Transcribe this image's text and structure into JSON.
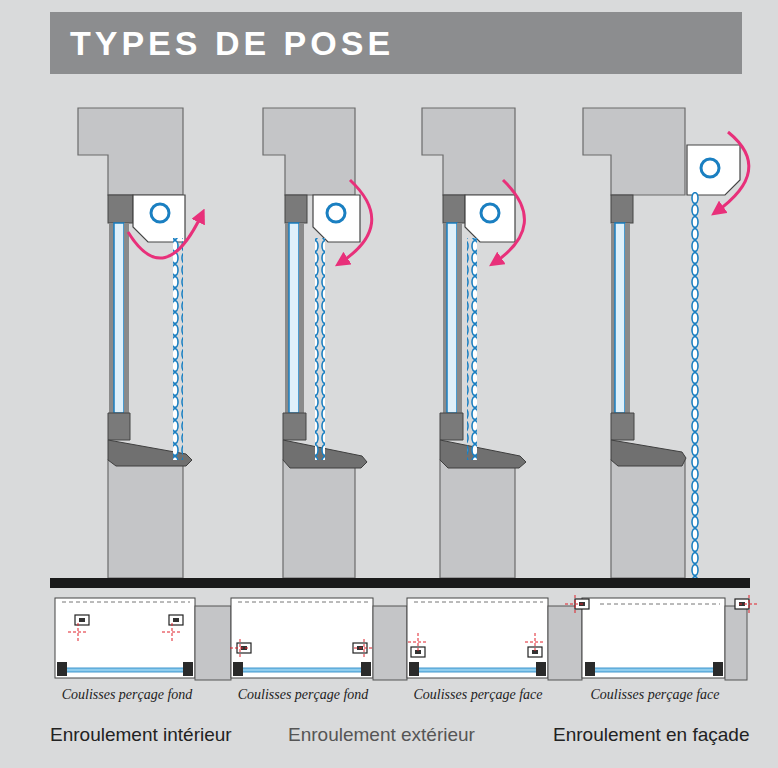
{
  "diagram": {
    "title": "TYPES DE POSE",
    "labels": [
      "Coulisses perçage fond",
      "Coulisses perçage fond",
      "Coulisses perçage face",
      "Coulisses perçage face",
      "Enroulement intérieur",
      "Enroulement extérieur",
      "Enroulement en façade"
    ]
  }
}
